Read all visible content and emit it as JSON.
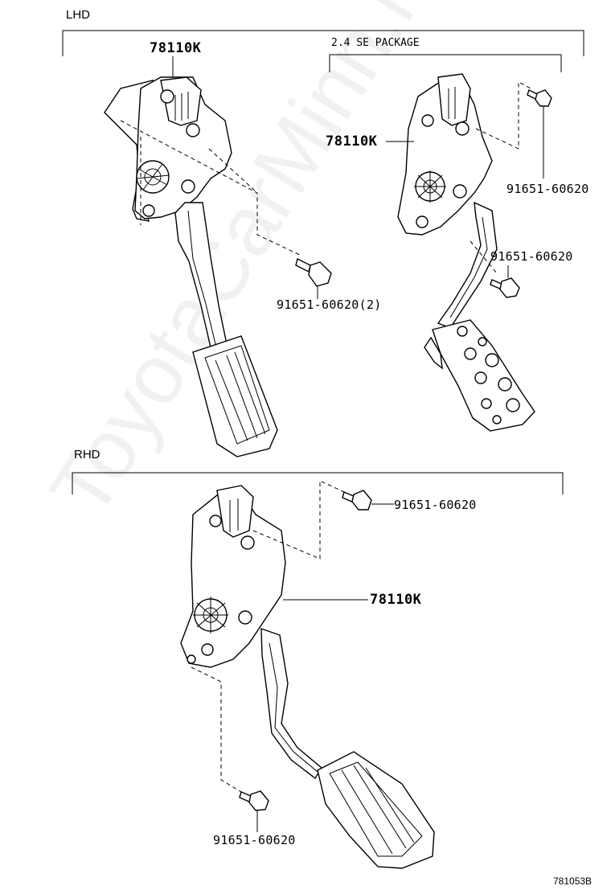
{
  "sections": {
    "lhd": {
      "label": "LHD"
    },
    "rhd": {
      "label": "RHD"
    },
    "package": {
      "label": "2.4 SE PACKAGE"
    }
  },
  "parts": {
    "pedal_lhd": "78110K",
    "pedal_pkg": "78110K",
    "pedal_rhd": "78110K",
    "bolt_lhd": "91651-60620(2)",
    "bolt_pkg_upper": "91651-60620",
    "bolt_pkg_lower": "91651-60620",
    "bolt_rhd_upper": "91651-60620",
    "bolt_rhd_lower": "91651-60620"
  },
  "figure_number": "781053B",
  "watermark": "ToyotaCarMinn.ru",
  "icons": [
    "accelerator-pedal-icon",
    "bolt-icon"
  ]
}
